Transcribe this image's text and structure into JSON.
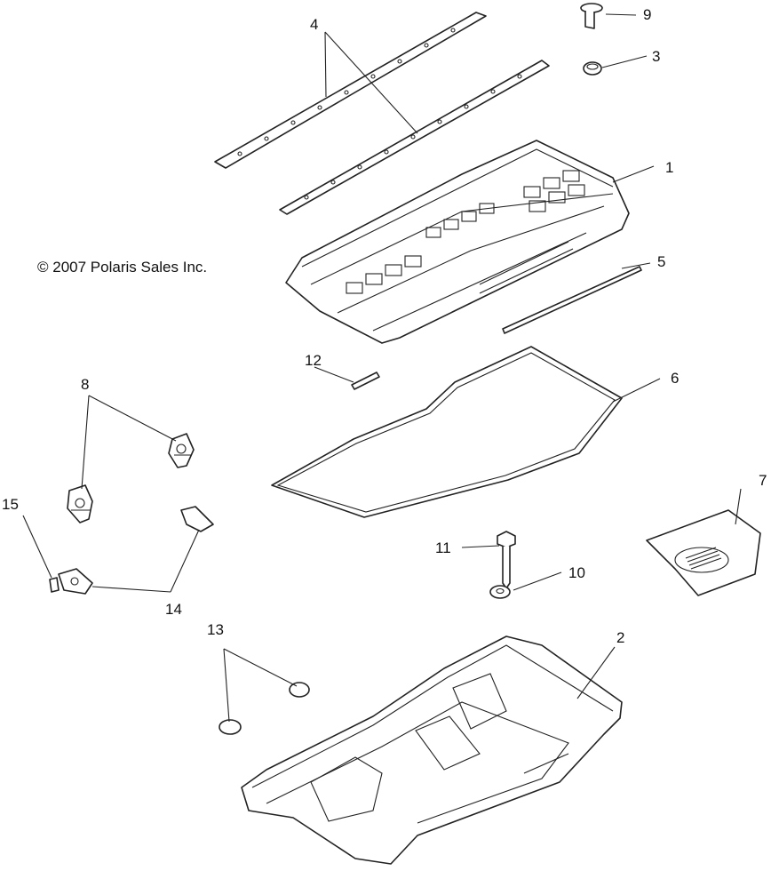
{
  "copyright": "© 2007 Polaris Sales Inc.",
  "callouts": {
    "c1": "1",
    "c2": "2",
    "c3": "3",
    "c4": "4",
    "c5": "5",
    "c6": "6",
    "c7": "7",
    "c8": "8",
    "c9": "9",
    "c10": "10",
    "c11": "11",
    "c12": "12",
    "c13": "13",
    "c14": "14",
    "c15": "15"
  }
}
